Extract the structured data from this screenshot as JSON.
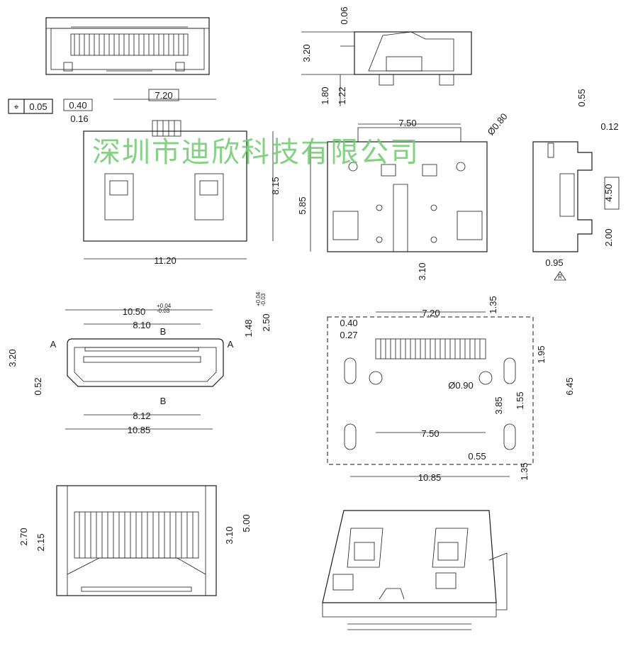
{
  "watermark": "深圳市迪欣科技有限公司",
  "tolerance_frame": {
    "symbol": "⌖",
    "value": "0.05"
  },
  "side_top_view": {
    "dims": [
      "0.06",
      "3.20",
      "1.80",
      "1.22"
    ]
  },
  "top_view": {
    "dims": [
      "0.40",
      "7.20",
      "0.16",
      "8.15",
      "11.20"
    ]
  },
  "bottom_view": {
    "dims": [
      "7.50",
      "Ø0.80",
      "5.85",
      "3.10"
    ]
  },
  "side_view": {
    "dims": [
      "0.55",
      "0.12",
      "4.50",
      "2.00",
      "0.95"
    ],
    "datum_mark": "R"
  },
  "front_view": {
    "dims": [
      "10.50",
      "+0.04",
      "-0.03",
      "8.10",
      "2.50",
      "+0.04",
      "-0.03",
      "1.48",
      "3.20",
      "0.52",
      "8.12",
      "10.85"
    ],
    "datum_labels": [
      "A",
      "A",
      "B",
      "B"
    ]
  },
  "pcb_layout": {
    "dims": [
      "7.20",
      "1.35",
      "0.40",
      "0.27",
      "1.95",
      "6.45",
      "Ø0.90",
      "3.85",
      "1.55",
      "7.50",
      "0.55",
      "10.85",
      "1.35"
    ]
  },
  "rear_view": {
    "dims": [
      "2.70",
      "2.15",
      "3.10",
      "5.00"
    ]
  }
}
